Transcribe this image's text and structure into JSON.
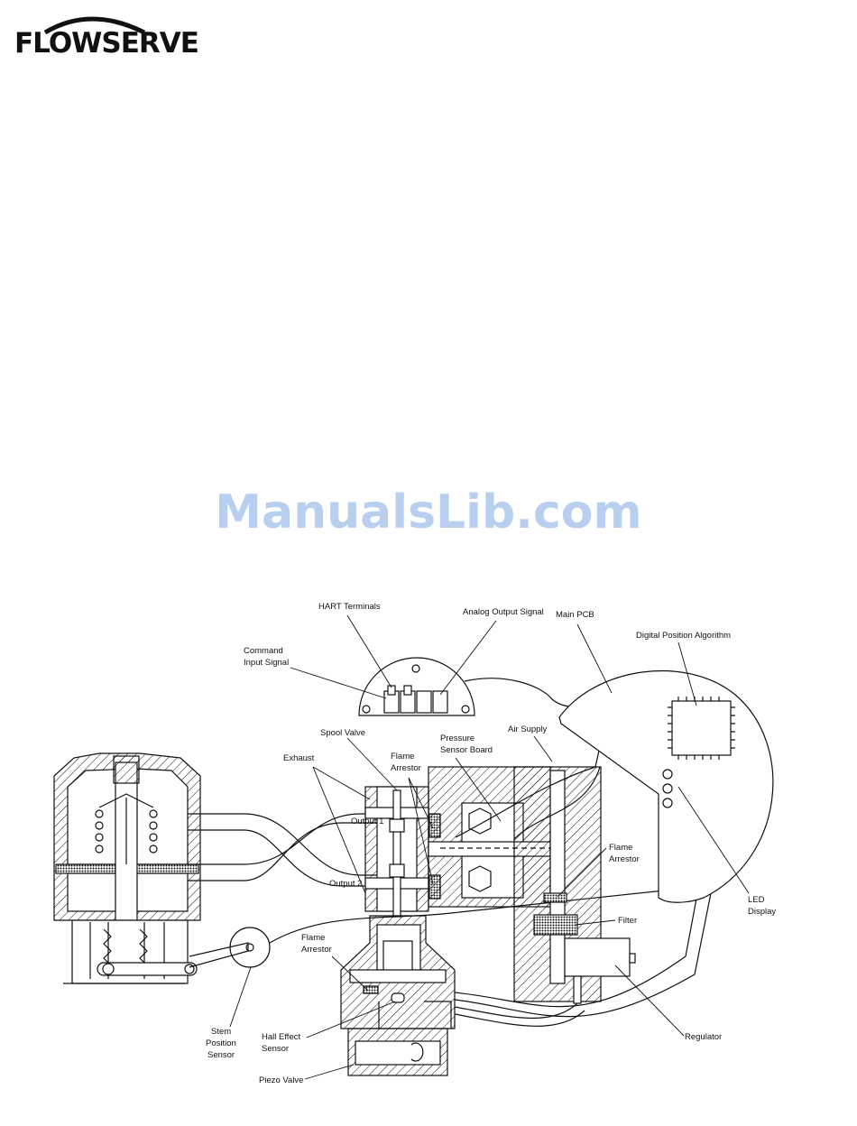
{
  "brand": {
    "logo_text": "FLOWSERVE"
  },
  "watermark": "ManualsLib.com",
  "diagram": {
    "labels": {
      "hart_terminals": "HART Terminals",
      "analog_output_signal": "Analog Output Signal",
      "main_pcb": "Main PCB",
      "digital_position_algorithm": "Digital Position Algorithm",
      "command_input_signal_1": "Command",
      "command_input_signal_2": "Input Signal",
      "spool_valve": "Spool Valve",
      "exhaust": "Exhaust",
      "flame_arrestor_top_1": "Flame",
      "flame_arrestor_top_2": "Arrestor",
      "pressure_sensor_board_1": "Pressure",
      "pressure_sensor_board_2": "Sensor Board",
      "air_supply": "Air Supply",
      "output_1": "Output 1",
      "output_2": "Output 2",
      "flame_arrestor_right_1": "Flame",
      "flame_arrestor_right_2": "Arrestor",
      "led_display_1": "LED",
      "led_display_2": "Display",
      "filter": "Filter",
      "flame_arrestor_bottom_1": "Flame",
      "flame_arrestor_bottom_2": "Arrestor",
      "stem_position_sensor_1": "Stem",
      "stem_position_sensor_2": "Position",
      "stem_position_sensor_3": "Sensor",
      "hall_effect_sensor_1": "Hall Effect",
      "hall_effect_sensor_2": "Sensor",
      "regulator": "Regulator",
      "piezo_valve": "Piezo Valve"
    }
  }
}
